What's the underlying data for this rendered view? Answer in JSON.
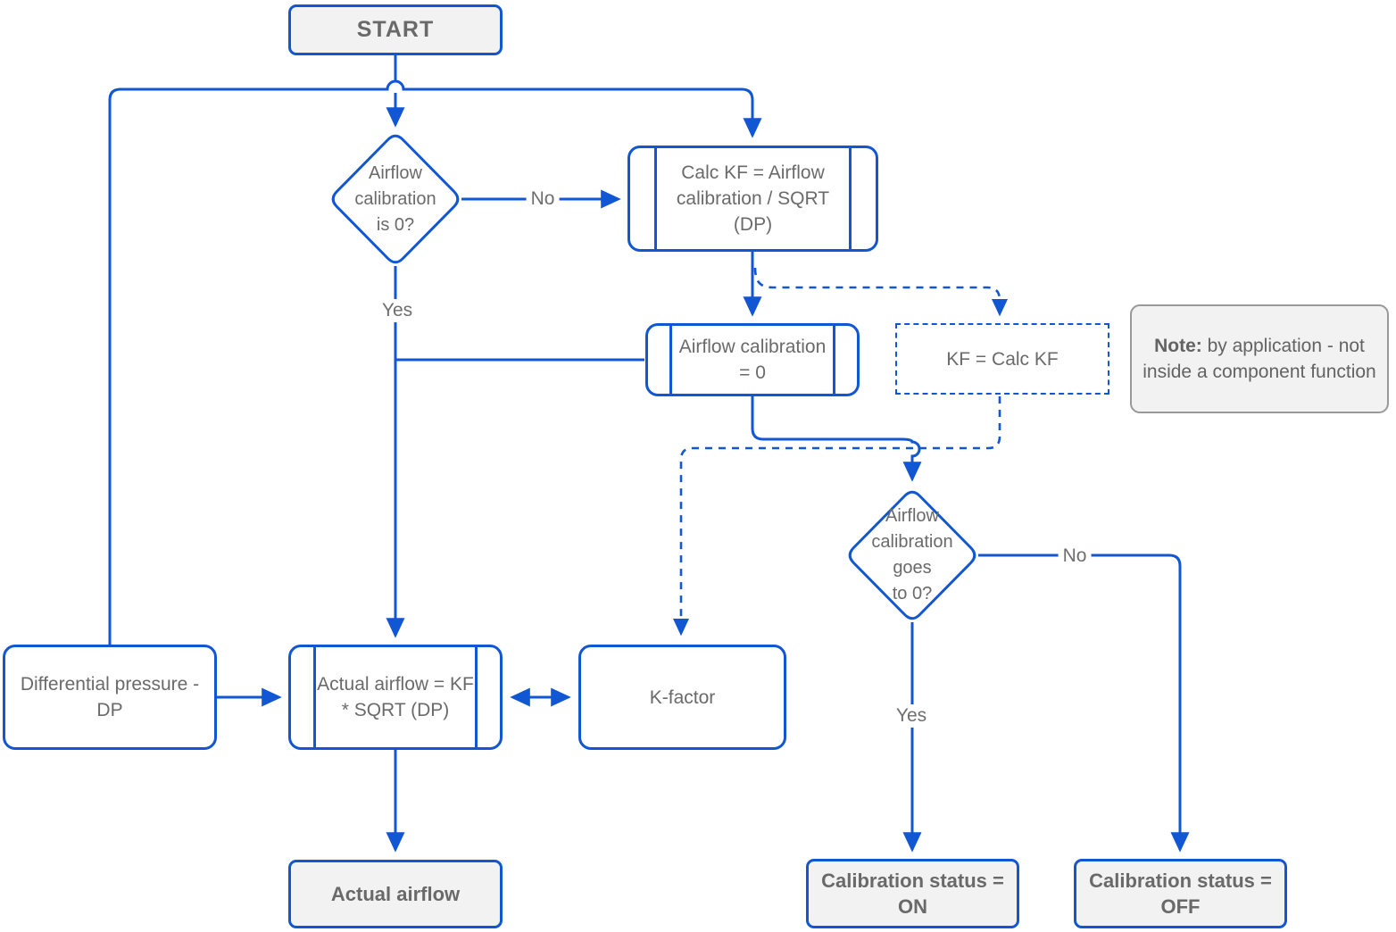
{
  "colors": {
    "edge_blue": "#1156d2",
    "node_text_gray": "#6a6a6a",
    "terminal_fill": "#f2f2f2",
    "note_border": "#999999"
  },
  "nodes": {
    "start": {
      "label": "START"
    },
    "decision_airflow_is_0": {
      "lines": [
        "Airflow",
        "calibration",
        "is 0?"
      ]
    },
    "calc_kf": {
      "label": "Calc KF = Airflow calibration / SQRT (DP)"
    },
    "airflow_calibration_0": {
      "label": "Airflow calibration = 0"
    },
    "kf_equals_calc_kf": {
      "label": "KF = Calc KF"
    },
    "note": {
      "bold": "Note:",
      "text": " by application - not inside a component function"
    },
    "decision_goes_to_0": {
      "lines": [
        "Airflow",
        "calibration",
        "goes",
        "to 0?"
      ]
    },
    "differential_pressure": {
      "label": "Differential pressure - DP"
    },
    "actual_airflow_calc": {
      "label": "Actual airflow = KF * SQRT (DP)"
    },
    "k_factor": {
      "label": "K-factor"
    },
    "actual_airflow": {
      "label": "Actual airflow"
    },
    "calibration_status_on": {
      "label": "Calibration status = ON"
    },
    "calibration_status_off": {
      "label": "Calibration status = OFF"
    }
  },
  "edge_labels": {
    "no_1": "No",
    "yes_1": "Yes",
    "no_2": "No",
    "yes_2": "Yes"
  }
}
